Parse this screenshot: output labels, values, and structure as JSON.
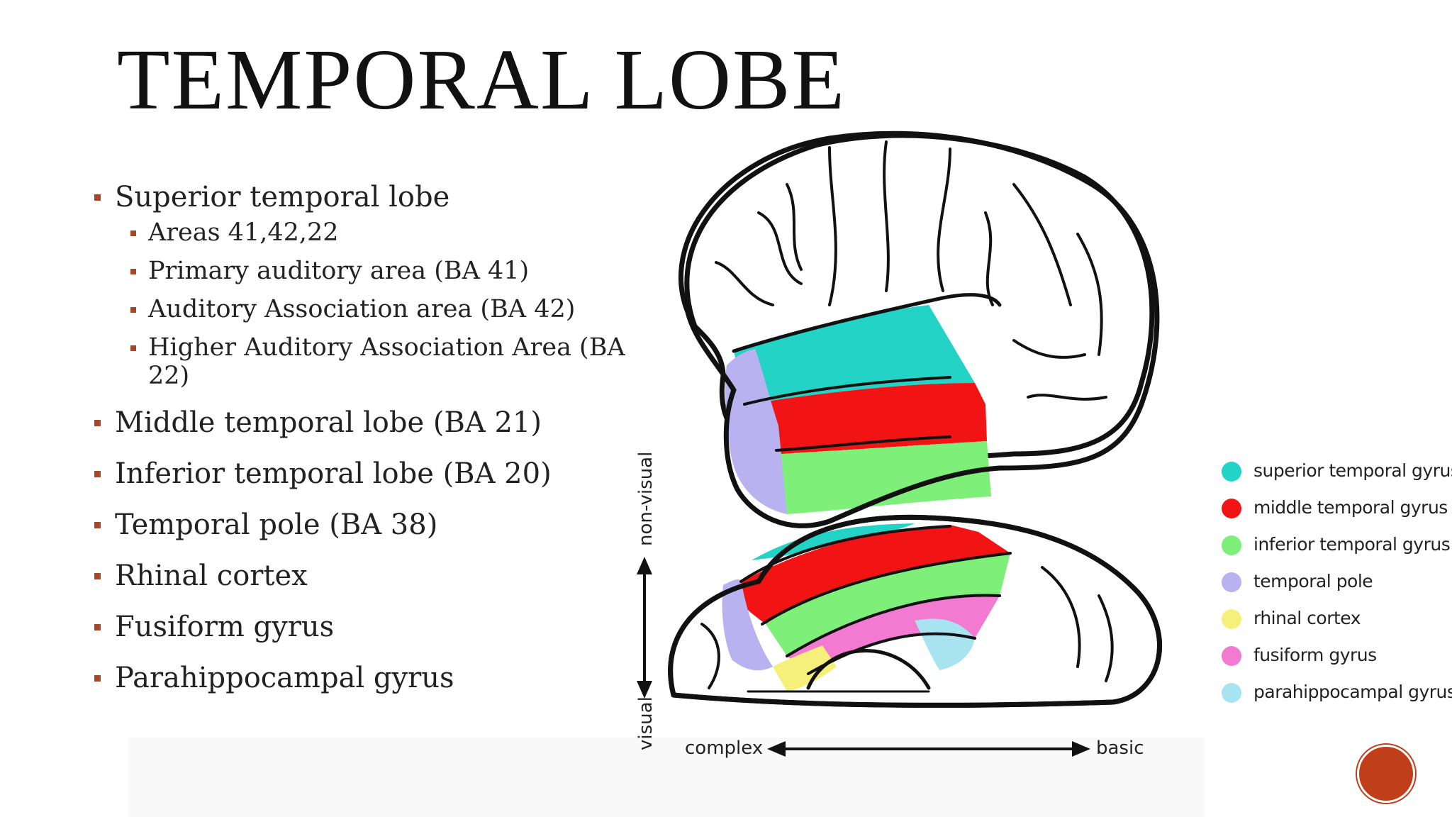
{
  "title": "TEMPORAL LOBE",
  "bullets": [
    {
      "text": "Superior temporal  lobe",
      "sub": [
        "Areas 41,42,22",
        "Primary auditory area (BA 41)",
        "Auditory Association area (BA 42)",
        "Higher Auditory Association Area (BA 22)"
      ]
    },
    {
      "text": "Middle temporal lobe (BA 21)"
    },
    {
      "text": "Inferior temporal lobe (BA 20)"
    },
    {
      "text": "Temporal pole (BA 38)"
    },
    {
      "text": "Rhinal cortex"
    },
    {
      "text": "Fusiform gyrus"
    },
    {
      "text": "Parahippocampal gyrus"
    }
  ],
  "figure": {
    "y_axis_top": "non-visual",
    "y_axis_bottom": "visual",
    "x_axis_left": "complex",
    "x_axis_right": "basic"
  },
  "legend": [
    {
      "label": "superior temporal gyrus",
      "color": "#22d3c6"
    },
    {
      "label": "middle temporal gyrus",
      "color": "#f21414"
    },
    {
      "label": "inferior temporal gyrus",
      "color": "#7ef07a"
    },
    {
      "label": "temporal pole",
      "color": "#b8b2f0"
    },
    {
      "label": "rhinal cortex",
      "color": "#f6f07a"
    },
    {
      "label": "fusiform gyrus",
      "color": "#f27ad0"
    },
    {
      "label": "parahippocampal gyrus",
      "color": "#a8e4f0"
    }
  ],
  "colors": {
    "accent": "#a6462a",
    "slide_badge": "#c13e1a"
  }
}
